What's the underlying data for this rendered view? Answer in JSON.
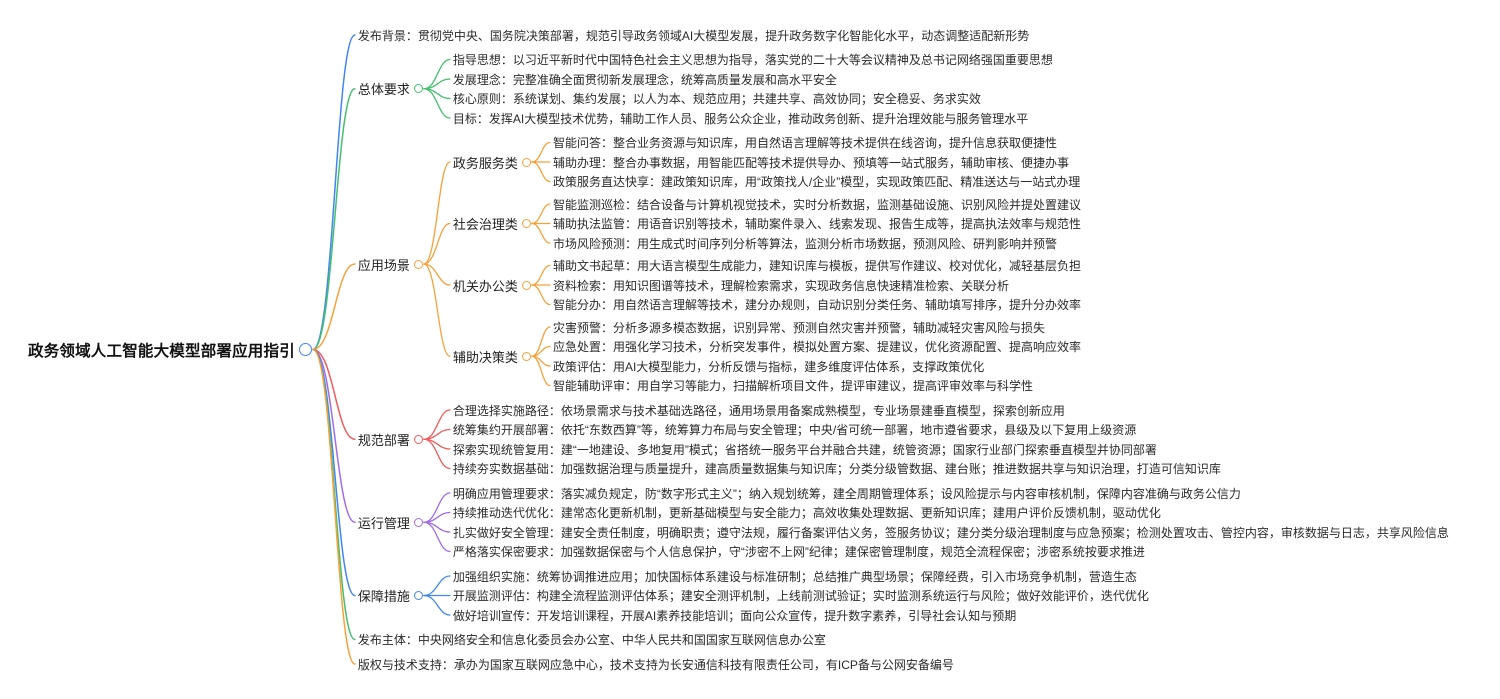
{
  "palette": {
    "blue": "#4285F4",
    "green": "#45BF6F",
    "orange": "#F7A139",
    "red": "#F15B5B",
    "purple": "#A16BE8"
  },
  "root": {
    "label": "政务领域人工智能大模型部署应用指引"
  },
  "branches": [
    {
      "color": "blue",
      "text": "发布背景：贯彻党中央、国务院决策部署，规范引导政务领域AI大模型发展，提升政务数字化智能化水平，动态调整适配新形势"
    },
    {
      "color": "green",
      "label": "总体要求",
      "leaves": [
        "指导思想：以习近平新时代中国特色社会主义思想为指导，落实党的二十大等会议精神及总书记网络强国重要思想",
        "发展理念：完整准确全面贯彻新发展理念，统筹高质量发展和高水平安全",
        "核心原则：系统谋划、集约发展；以人为本、规范应用；共建共享、高效协同；安全稳妥、务求实效",
        "目标：发挥AI大模型技术优势，辅助工作人员、服务公众企业，推动政务创新、提升治理效能与服务管理水平"
      ]
    },
    {
      "color": "orange",
      "label": "应用场景",
      "groups": [
        {
          "label": "政务服务类",
          "leaves": [
            "智能问答：整合业务资源与知识库，用自然语言理解等技术提供在线咨询，提升信息获取便捷性",
            "辅助办理：整合办事数据，用智能匹配等技术提供导办、预填等一站式服务，辅助审核、便捷办事",
            "政策服务直达快享：建政策知识库，用“政策找人/企业”模型，实现政策匹配、精准送达与一站式办理"
          ]
        },
        {
          "label": "社会治理类",
          "leaves": [
            "智能监测巡检：结合设备与计算机视觉技术，实时分析数据，监测基础设施、识别风险并提处置建议",
            "辅助执法监管：用语音识别等技术，辅助案件录入、线索发现、报告生成等，提高执法效率与规范性",
            "市场风险预测：用生成式时间序列分析等算法，监测分析市场数据，预测风险、研判影响并预警"
          ]
        },
        {
          "label": "机关办公类",
          "leaves": [
            "辅助文书起草：用大语言模型生成能力，建知识库与模板，提供写作建议、校对优化，减轻基层负担",
            "资料检索：用知识图谱等技术，理解检索需求，实现政务信息快速精准检索、关联分析",
            "智能分办：用自然语言理解等技术，建分办规则，自动识别分类任务、辅助填写排序，提升分办效率"
          ]
        },
        {
          "label": "辅助决策类",
          "leaves": [
            "灾害预警：分析多源多模态数据，识别异常、预测自然灾害并预警，辅助减轻灾害风险与损失",
            "应急处置：用强化学习技术，分析突发事件，模拟处置方案、提建议，优化资源配置、提高响应效率",
            "政策评估：用AI大模型能力，分析反馈与指标，建多维度评估体系，支撑政策优化",
            "智能辅助评审：用自学习等能力，扫描解析项目文件，提评审建议，提高评审效率与科学性"
          ]
        }
      ]
    },
    {
      "color": "red",
      "label": "规范部署",
      "leaves": [
        "合理选择实施路径：依场景需求与技术基础选路径，通用场景用备案成熟模型，专业场景建垂直模型，探索创新应用",
        "统筹集约开展部署：依托“东数西算”等，统筹算力布局与安全管理；中央/省可统一部署，地市遵省要求，县级及以下复用上级资源",
        "探索实现统管复用：建“一地建设、多地复用”模式；省搭统一服务平台并融合共建，统管资源；国家行业部门探索垂直模型并协同部署",
        "持续夯实数据基础：加强数据治理与质量提升，建高质量数据集与知识库；分类分级管数据、建台账；推进数据共享与知识治理，打造可信知识库"
      ]
    },
    {
      "color": "purple",
      "label": "运行管理",
      "leaves": [
        "明确应用管理要求：落实减负规定，防“数字形式主义”；纳入规划统筹，建全周期管理体系；设风险提示与内容审核机制，保障内容准确与政务公信力",
        "持续推动迭代优化：建常态化更新机制，更新基础模型与安全能力；高效收集处理数据、更新知识库；建用户评价反馈机制，驱动优化",
        "扎实做好安全管理：建安全责任制度，明确职责；遵守法规，履行备案评估义务，签服务协议；建分类分级治理制度与应急预案；检测处置攻击、管控内容，审核数据与日志，共享风险信息",
        "严格落实保密要求：加强数据保密与个人信息保护，守“涉密不上网”纪律；建保密管理制度，规范全流程保密；涉密系统按要求推进"
      ]
    },
    {
      "color": "blue",
      "label": "保障措施",
      "leaves": [
        "加强组织实施：统筹协调推进应用；加快国标体系建设与标准研制；总结推广典型场景；保障经费，引入市场竞争机制，营造生态",
        "开展监测评估：构建全流程监测评估体系；建安全测评机制，上线前测试验证；实时监测系统运行与风险；做好效能评价，迭代优化",
        "做好培训宣传：开发培训课程，开展AI素养技能培训；面向公众宣传，提升数字素养，引导社会认知与预期"
      ]
    },
    {
      "color": "green",
      "text": "发布主体：中央网络安全和信息化委员会办公室、中华人民共和国国家互联网信息办公室"
    },
    {
      "color": "orange",
      "text": "版权与技术支持：承办为国家互联网应急中心，技术支持为长安通信科技有限责任公司，有ICP备与公网安备编号"
    }
  ]
}
